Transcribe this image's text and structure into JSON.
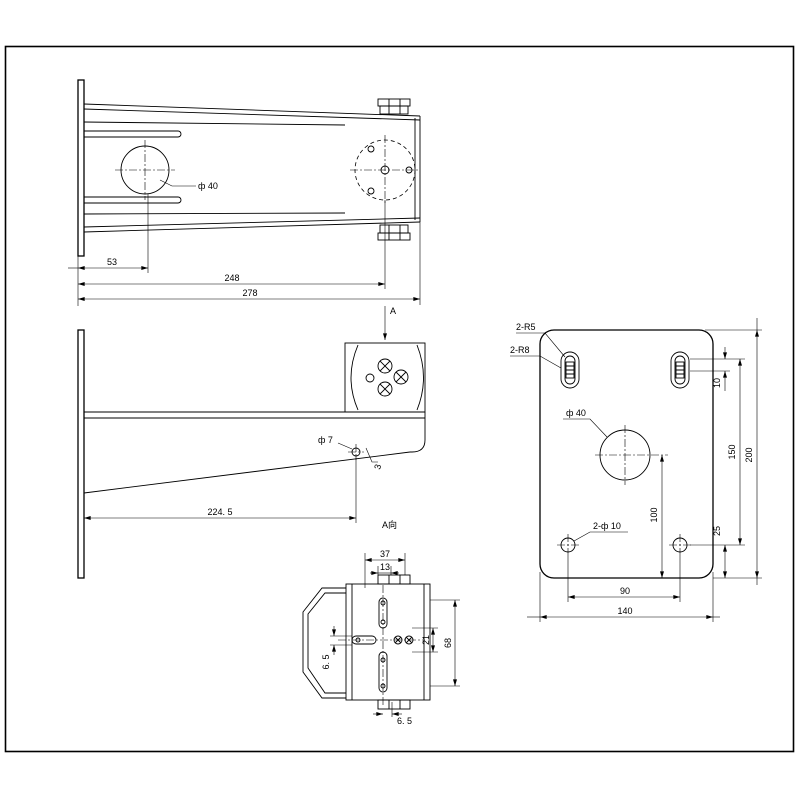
{
  "colors": {
    "ink": "#000000",
    "paper": "#ffffff"
  },
  "top_view": {
    "diameter_callout": "ф 40",
    "dimensions": [
      "53",
      "248",
      "278"
    ]
  },
  "side_view": {
    "view_arrow": "A",
    "hole_callout": "ф 7",
    "weld_mark": "3",
    "dimensions": [
      "224. 5"
    ],
    "view_caption": "A向"
  },
  "a_view": {
    "dimensions": [
      "37",
      "13",
      "6. 5",
      "21",
      "68",
      "6. 5"
    ]
  },
  "plate_view": {
    "callouts": [
      "2-R5",
      "2-R8",
      "ф 40",
      "2-ф 10"
    ],
    "dimensions": [
      "90",
      "140",
      "100",
      "10",
      "25",
      "150",
      "200"
    ]
  }
}
